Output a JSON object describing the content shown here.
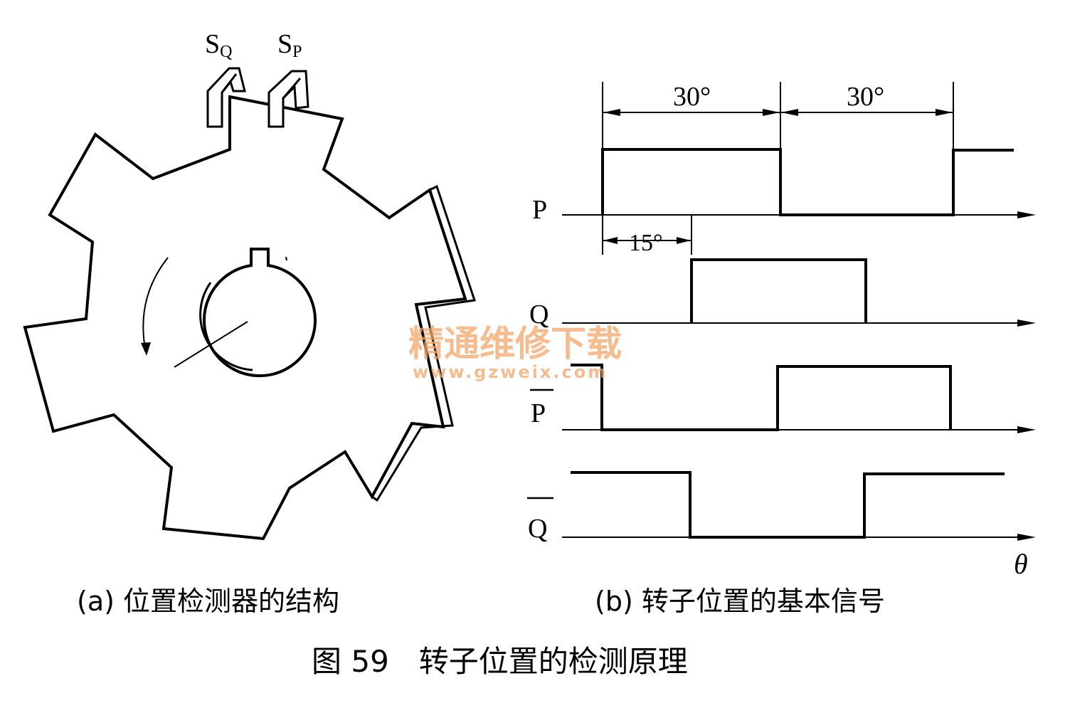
{
  "figure": {
    "sensor_q": "S",
    "sensor_q_sub": "Q",
    "sensor_p": "S",
    "sensor_p_sub": "P",
    "caption_a": "(a) 位置检测器的结构",
    "caption_b": "(b) 转子位置的基本信号",
    "title": "图 59　转子位置的检测原理"
  },
  "waveforms": {
    "angle_label_1": "30°",
    "angle_label_2": "30°",
    "offset_label": "15°",
    "signal_p": "P",
    "signal_q": "Q",
    "signal_p_bar": "P",
    "signal_q_bar": "Q",
    "axis_label": "θ"
  },
  "watermark": {
    "text": "精通维修下载",
    "url": "www.gzweix.com"
  }
}
